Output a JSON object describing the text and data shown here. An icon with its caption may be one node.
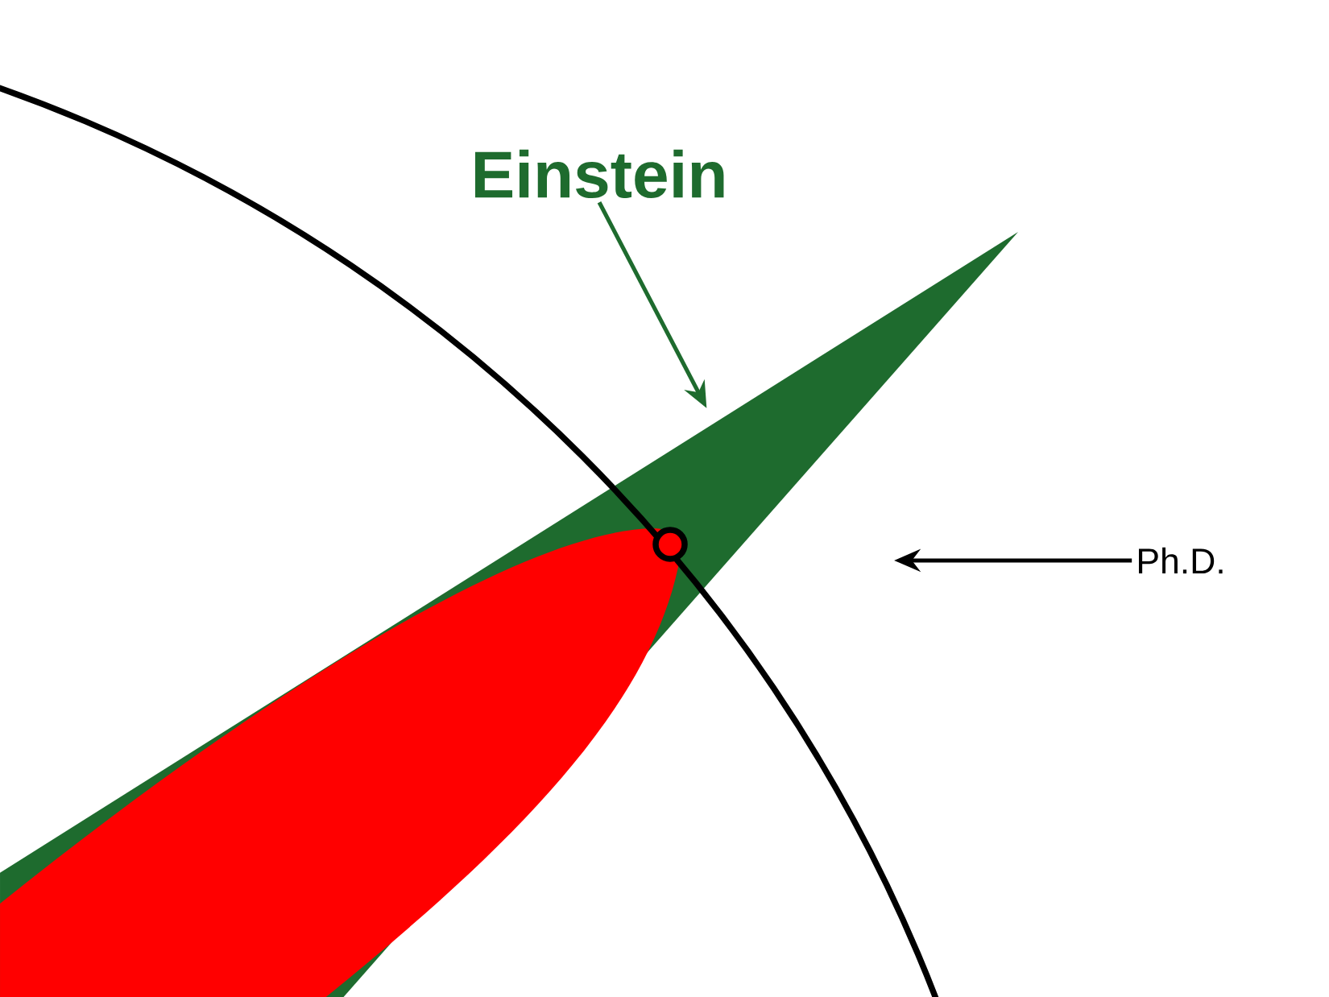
{
  "diagram": {
    "nodes": [
      {
        "text": [
          "Einstein"
        ]
      },
      {
        "text": [],
        "shape": "wedge"
      },
      {
        "text": [
          "Ph.D."
        ]
      }
    ],
    "edges": [
      {
        "from": 0,
        "to": 1,
        "arrow": "to",
        "color": "#1e6b2e"
      },
      {
        "from": 2,
        "to": null,
        "arrow": "to",
        "color": "#000000"
      }
    ]
  }
}
